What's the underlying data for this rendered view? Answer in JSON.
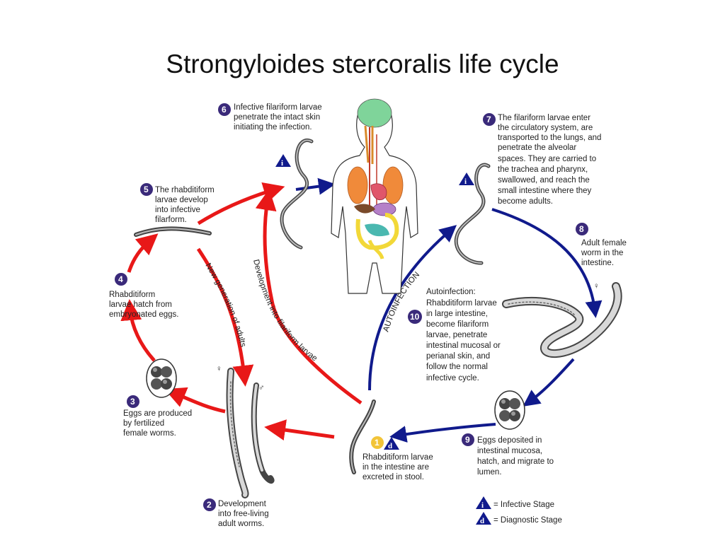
{
  "title": "Strongyloides stercoralis life cycle",
  "colors": {
    "red_arrow": "#e81818",
    "blue_arrow": "#101a8c",
    "badge": "#3a2a7a",
    "badge_yellow": "#f2c438"
  },
  "steps": [
    {
      "num": "1",
      "lines": [
        "Rhabditiform larvae",
        "in the intestine are",
        "excreted in stool."
      ]
    },
    {
      "num": "2",
      "lines": [
        "Development",
        "into free-living",
        "adult worms."
      ]
    },
    {
      "num": "3",
      "lines": [
        "Eggs are produced",
        "by fertilized",
        "female worms."
      ]
    },
    {
      "num": "4",
      "lines": [
        "Rhabditiform",
        "larvae hatch from",
        "embryonated eggs."
      ]
    },
    {
      "num": "5",
      "lines": [
        "The rhabditiform",
        "larvae develop",
        "into infective",
        "filarform."
      ]
    },
    {
      "num": "6",
      "lines": [
        "Infective filariform larvae",
        "penetrate the intact skin",
        "initiating the infection."
      ]
    },
    {
      "num": "7",
      "lines": [
        "The filariform larvae enter",
        "the circulatory system, are",
        "transported to the lungs, and",
        "penetrate the alveolar",
        "spaces.  They are carried to",
        "the trachea and pharynx,",
        "swallowed, and reach the",
        "small intestine where they",
        "become adults."
      ]
    },
    {
      "num": "8",
      "lines": [
        "Adult female",
        "worm in the",
        "intestine."
      ]
    },
    {
      "num": "9",
      "lines": [
        "Eggs deposited in",
        "intestinal mucosa,",
        "hatch, and migrate to",
        "lumen."
      ]
    },
    {
      "num": "10",
      "lines": [
        "Autoinfection:",
        "Rhabditiform larvae",
        "in large intestine,",
        "become filariform",
        "larvae, penetrate",
        "intestinal mucosal or",
        "perianal skin, and",
        "follow the normal",
        "infective cycle."
      ]
    }
  ],
  "arrow_labels": {
    "new_generation": "New generation of adults",
    "development_filariform": "Development into filariform larvae",
    "autoinfection": "AUTOINFECTION"
  },
  "symbols": {
    "female": "♀",
    "male": "♂",
    "infective": "i",
    "diagnostic": "d"
  },
  "legend": {
    "infective": "= Infective Stage",
    "diagnostic": "= Diagnostic Stage"
  }
}
